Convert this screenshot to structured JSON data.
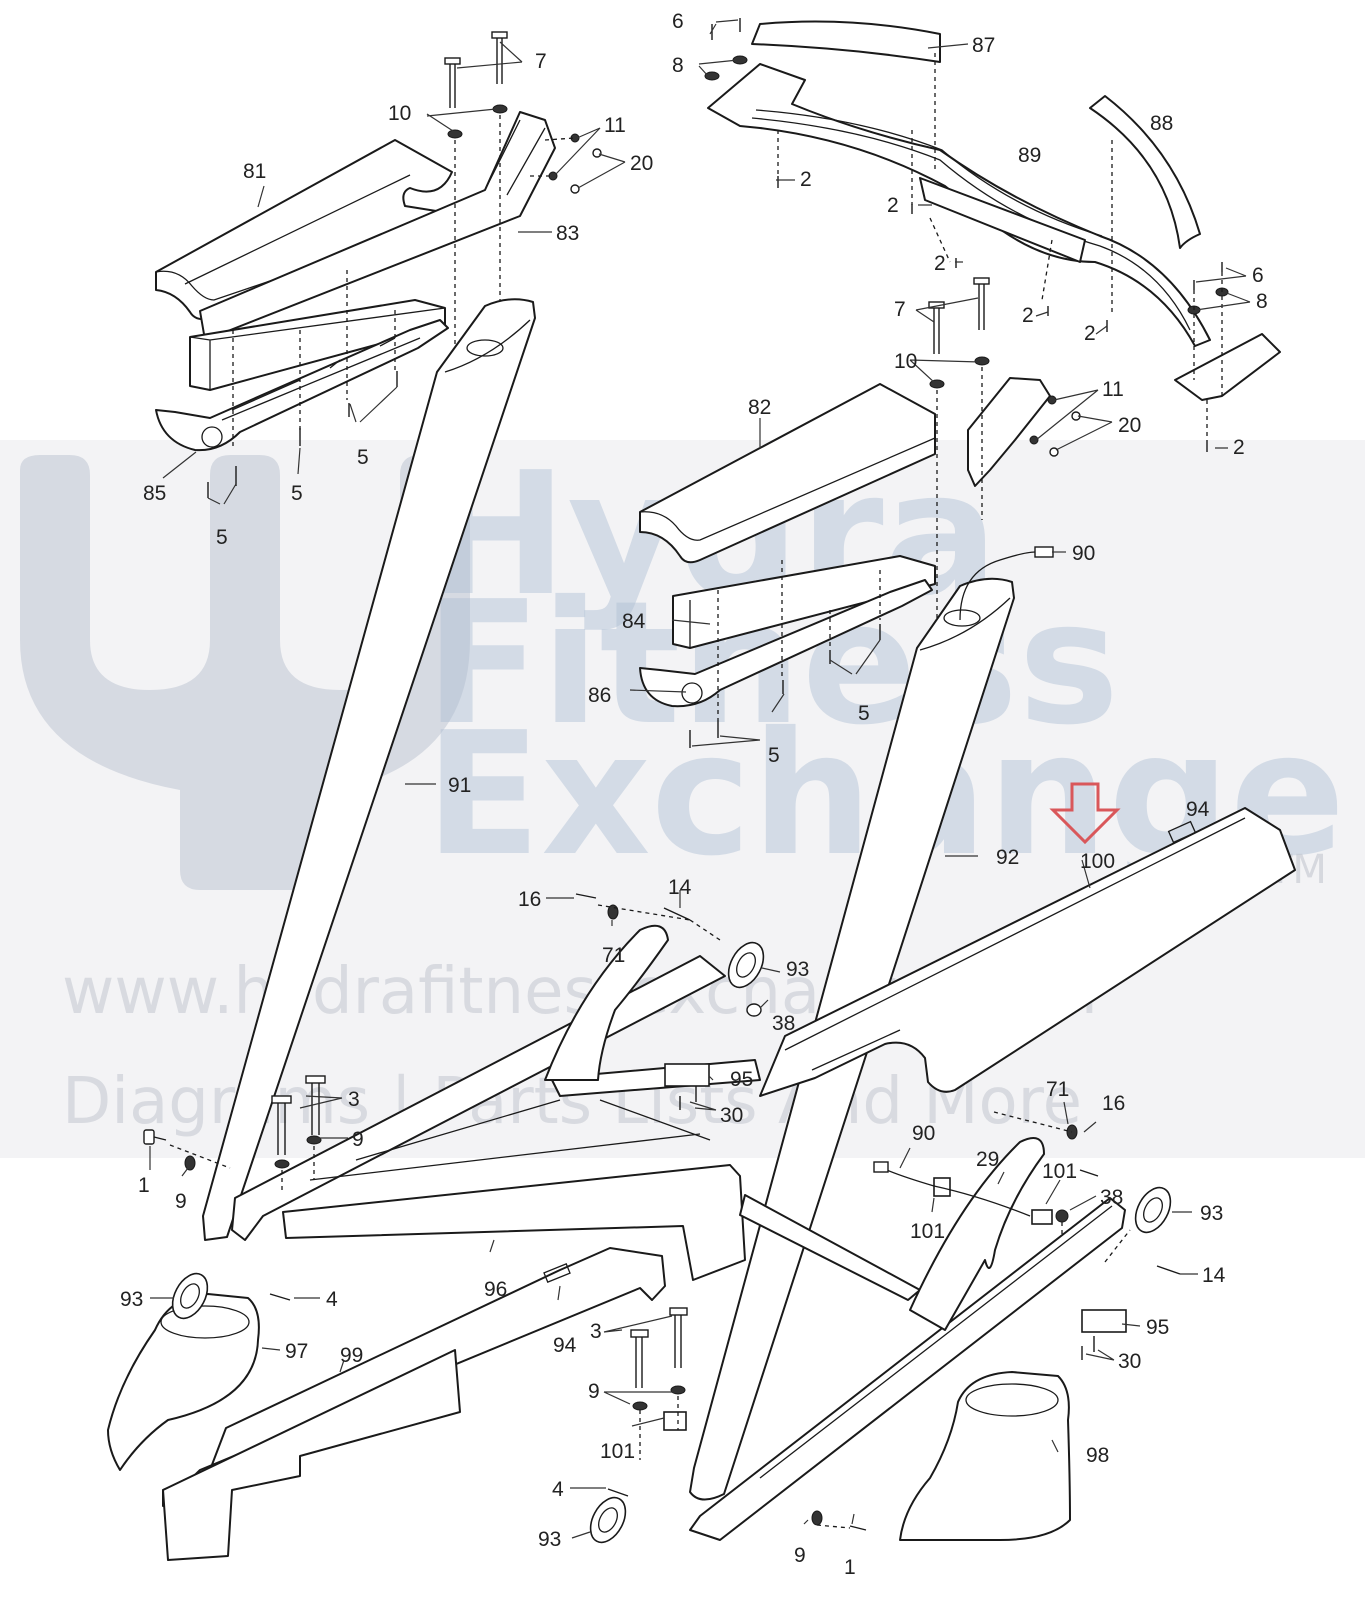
{
  "watermark": {
    "line1": "Hydra",
    "line2": "Fitness",
    "line3": "Exchange",
    "trademark": "TM",
    "website": "www.hydrafitnessexchange.com",
    "tagline": "Diagrams | Parts Lists And More"
  },
  "highlight": {
    "part": "100",
    "color": "#d9575a"
  },
  "callouts": {
    "c1a": "1",
    "c1b": "1",
    "c2a": "2",
    "c2b": "2",
    "c2c": "2",
    "c2d": "2",
    "c2e": "2",
    "c2f": "2",
    "c3a": "3",
    "c3b": "3",
    "c4a": "4",
    "c4b": "4",
    "c5a": "5",
    "c5b": "5",
    "c5c": "5",
    "c5d": "5",
    "c5e": "5",
    "c6a": "6",
    "c6b": "6",
    "c7a": "7",
    "c7b": "7",
    "c8a": "8",
    "c8b": "8",
    "c9a": "9",
    "c9b": "9",
    "c9c": "9",
    "c9d": "9",
    "c10a": "10",
    "c10b": "10",
    "c11a": "11",
    "c11b": "11",
    "c14a": "14",
    "c14b": "14",
    "c16a": "16",
    "c16b": "16",
    "c20a": "20",
    "c20b": "20",
    "c29": "29",
    "c30a": "30",
    "c30b": "30",
    "c38a": "38",
    "c38b": "38",
    "c71a": "71",
    "c71b": "71",
    "c81": "81",
    "c82": "82",
    "c83": "83",
    "c84": "84",
    "c85": "85",
    "c86": "86",
    "c87": "87",
    "c88": "88",
    "c89": "89",
    "c90a": "90",
    "c90b": "90",
    "c91": "91",
    "c92": "92",
    "c93a": "93",
    "c93b": "93",
    "c93c": "93",
    "c93d": "93",
    "c94a": "94",
    "c94b": "94",
    "c95a": "95",
    "c95b": "95",
    "c96": "96",
    "c97": "97",
    "c98": "98",
    "c99": "99",
    "c100": "100",
    "c101a": "101",
    "c101b": "101",
    "c101c": "101"
  }
}
